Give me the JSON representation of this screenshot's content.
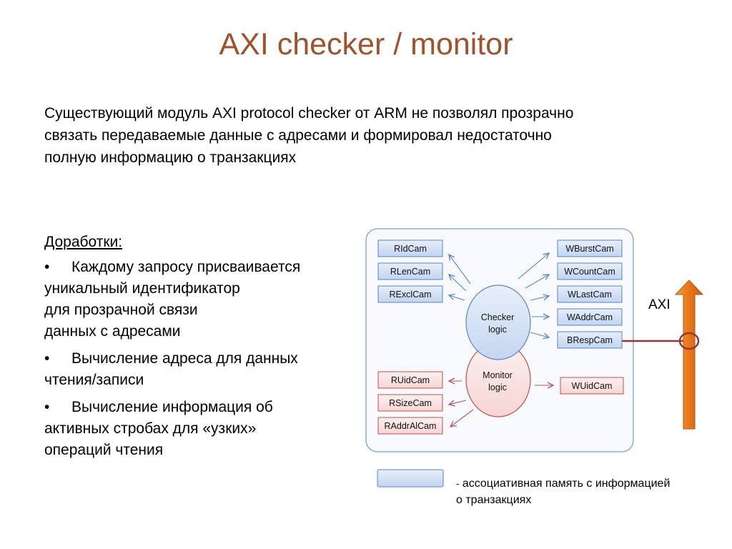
{
  "title": "AXI checker / monitor",
  "intro": {
    "lines": [
      "Существующий модуль AXI protocol checker от ARM не позволял прозрачно",
      "связать передаваемые данные с адресами и формировал недостаточно",
      "полную информацию о транзакциях"
    ]
  },
  "improvements": {
    "heading": "Доработки:",
    "bullet_char": "•",
    "items": [
      {
        "lines": [
          "Каждому запросу присваивается",
          "уникальный идентификатор",
          "для прозрачной связи",
          "данных с адресами"
        ]
      },
      {
        "lines": [
          "Вычисление адреса для данных",
          "чтения/записи"
        ]
      },
      {
        "lines": [
          "Вычисление информация об",
          "активных стробах для «узких»",
          "операций чтения"
        ]
      }
    ]
  },
  "diagram": {
    "checker_cams_left": [
      "RIdCam",
      "RLenCam",
      "RExclCam"
    ],
    "checker_cams_right": [
      "WBurstCam",
      "WCountCam",
      "WLastCam",
      "WAddrCam",
      "BRespCam"
    ],
    "monitor_cams_left": [
      "RUidCam",
      "RSizeCam",
      "RAddrAlCam"
    ],
    "monitor_cams_right": [
      "WUidCam"
    ],
    "checker_logic": {
      "line1": "Checker",
      "line2": "logic"
    },
    "monitor_logic": {
      "line1": "Monitor",
      "line2": "logic"
    },
    "axi_label": "AXI",
    "colors": {
      "blue_fill": "#cddcf3",
      "blue_border": "#5b85c2",
      "red_fill": "#fbe3e3",
      "red_border": "#c0504d",
      "arrow_orange": "#e46c0a",
      "link_red": "#943634"
    }
  },
  "legend": {
    "dash": "-",
    "text_line1": "ассоциативная память с информацией",
    "text_line2": "о транзакциях"
  }
}
